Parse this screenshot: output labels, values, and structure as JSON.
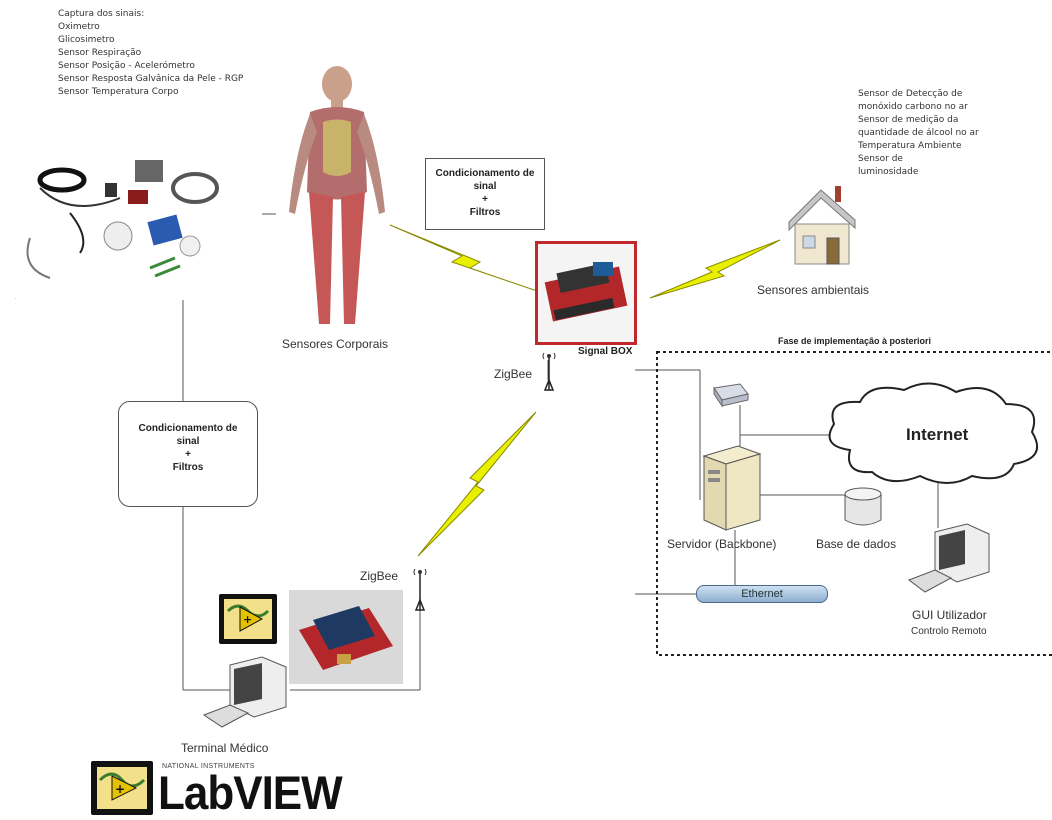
{
  "signals_capture": {
    "heading": "Captura dos sinais:",
    "items": [
      "Oximetro",
      "Glicosimetro",
      "Sensor Respiração",
      "Sensor Posição - Acelerómetro",
      "Sensor Resposta Galvânica da Pele - RGP",
      "Sensor Temperatura Corpo"
    ]
  },
  "ambient_sensors_list": [
    "Sensor de Detecção de",
    "monóxido carbono no ar",
    "Sensor de medição da",
    "quantidade de álcool no ar",
    "Temperatura Ambiente",
    "Sensor de",
    "luminosidade"
  ],
  "labels": {
    "body_sensors": "Sensores Corporais",
    "ambient_sensors": "Sensores ambientais",
    "signal_box": "Signal BOX",
    "zigbee_top": "ZigBee",
    "zigbee_bottom": "ZigBee",
    "terminal": "Terminal Médico",
    "phase": "Fase de implementação à posteriori",
    "internet": "Internet",
    "server": "Servidor (Backbone)",
    "database": "Base de dados",
    "ethernet": "Ethernet",
    "gui_user": "GUI Utilizador",
    "remote_control": "Controlo Remoto"
  },
  "conditioning_top": {
    "line1": "Condicionamento de",
    "line2": "sinal",
    "line3": "+",
    "line4": "Filtros"
  },
  "conditioning_left": {
    "line1": "Condicionamento de",
    "line2": "sinal",
    "line3": "+",
    "line4": "Filtros"
  },
  "labview": {
    "brand_small": "NATIONAL INSTRUMENTS",
    "brand": "LabVIEW"
  },
  "colors": {
    "lightning": "#e8f000",
    "signal_box_border": "#c0282e",
    "ethernet": "#a9c4e0",
    "labview_green": "#3a7d2c"
  }
}
